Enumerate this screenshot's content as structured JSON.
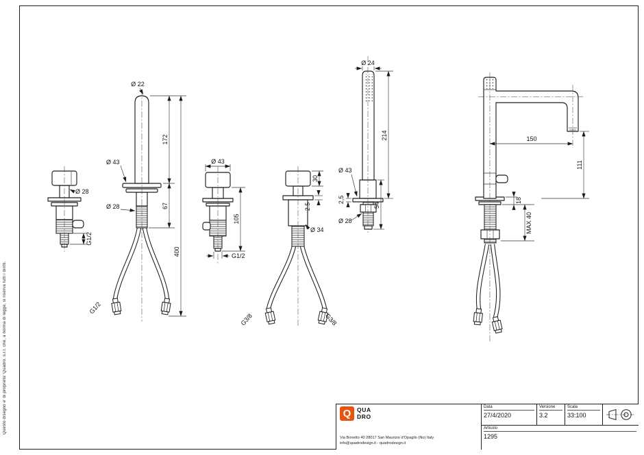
{
  "page": {
    "copyright": "Questo disegno e' di proprieta' Quadro. s.r.l. che, a norma di legge, si riserva tutti i diritti."
  },
  "titleblock": {
    "logo_q": "Q",
    "logo_line1": "QUA",
    "logo_line2": "DRO",
    "address_line1": "Via Bonetto 40  28017 San Maurizio d'Opaglio (No) Italy",
    "address_line2": "info@quadrodesign.it  -  quadrodesign.it",
    "date_label": "Data",
    "date_value": "27/4/2020",
    "version_label": "Versione",
    "version_value": "3.2",
    "scale_label": "Scala",
    "scale_value": "33:100",
    "article_label": "Articolo",
    "article_value": "1295",
    "accent_color": "#e8540e"
  },
  "dimensions": {
    "valve_side": {
      "dia28": "Ø 28",
      "g12": "G1/2"
    },
    "spout": {
      "dia22": "Ø 22",
      "h172": "172",
      "dia43": "Ø 43",
      "dia28": "Ø 28",
      "h67": "67",
      "h400": "400",
      "g12": "G1/2"
    },
    "valve_front": {
      "dia43": "Ø 43",
      "h105": "105",
      "g12": "G1/2"
    },
    "mixer_body": {
      "h30": "30",
      "t25": "2.5",
      "dia34": "Ø 34",
      "g38_left": "G3/8",
      "g38_right": "G3/8"
    },
    "handshower": {
      "dia24": "Ø 24",
      "h214": "214",
      "dia43": "Ø 43",
      "t25": "2,5",
      "h54": "54",
      "dia28": "Ø 28"
    },
    "tall_spout": {
      "w150": "150",
      "h111": "111",
      "h18": "18",
      "max40": "MAX 40"
    }
  }
}
